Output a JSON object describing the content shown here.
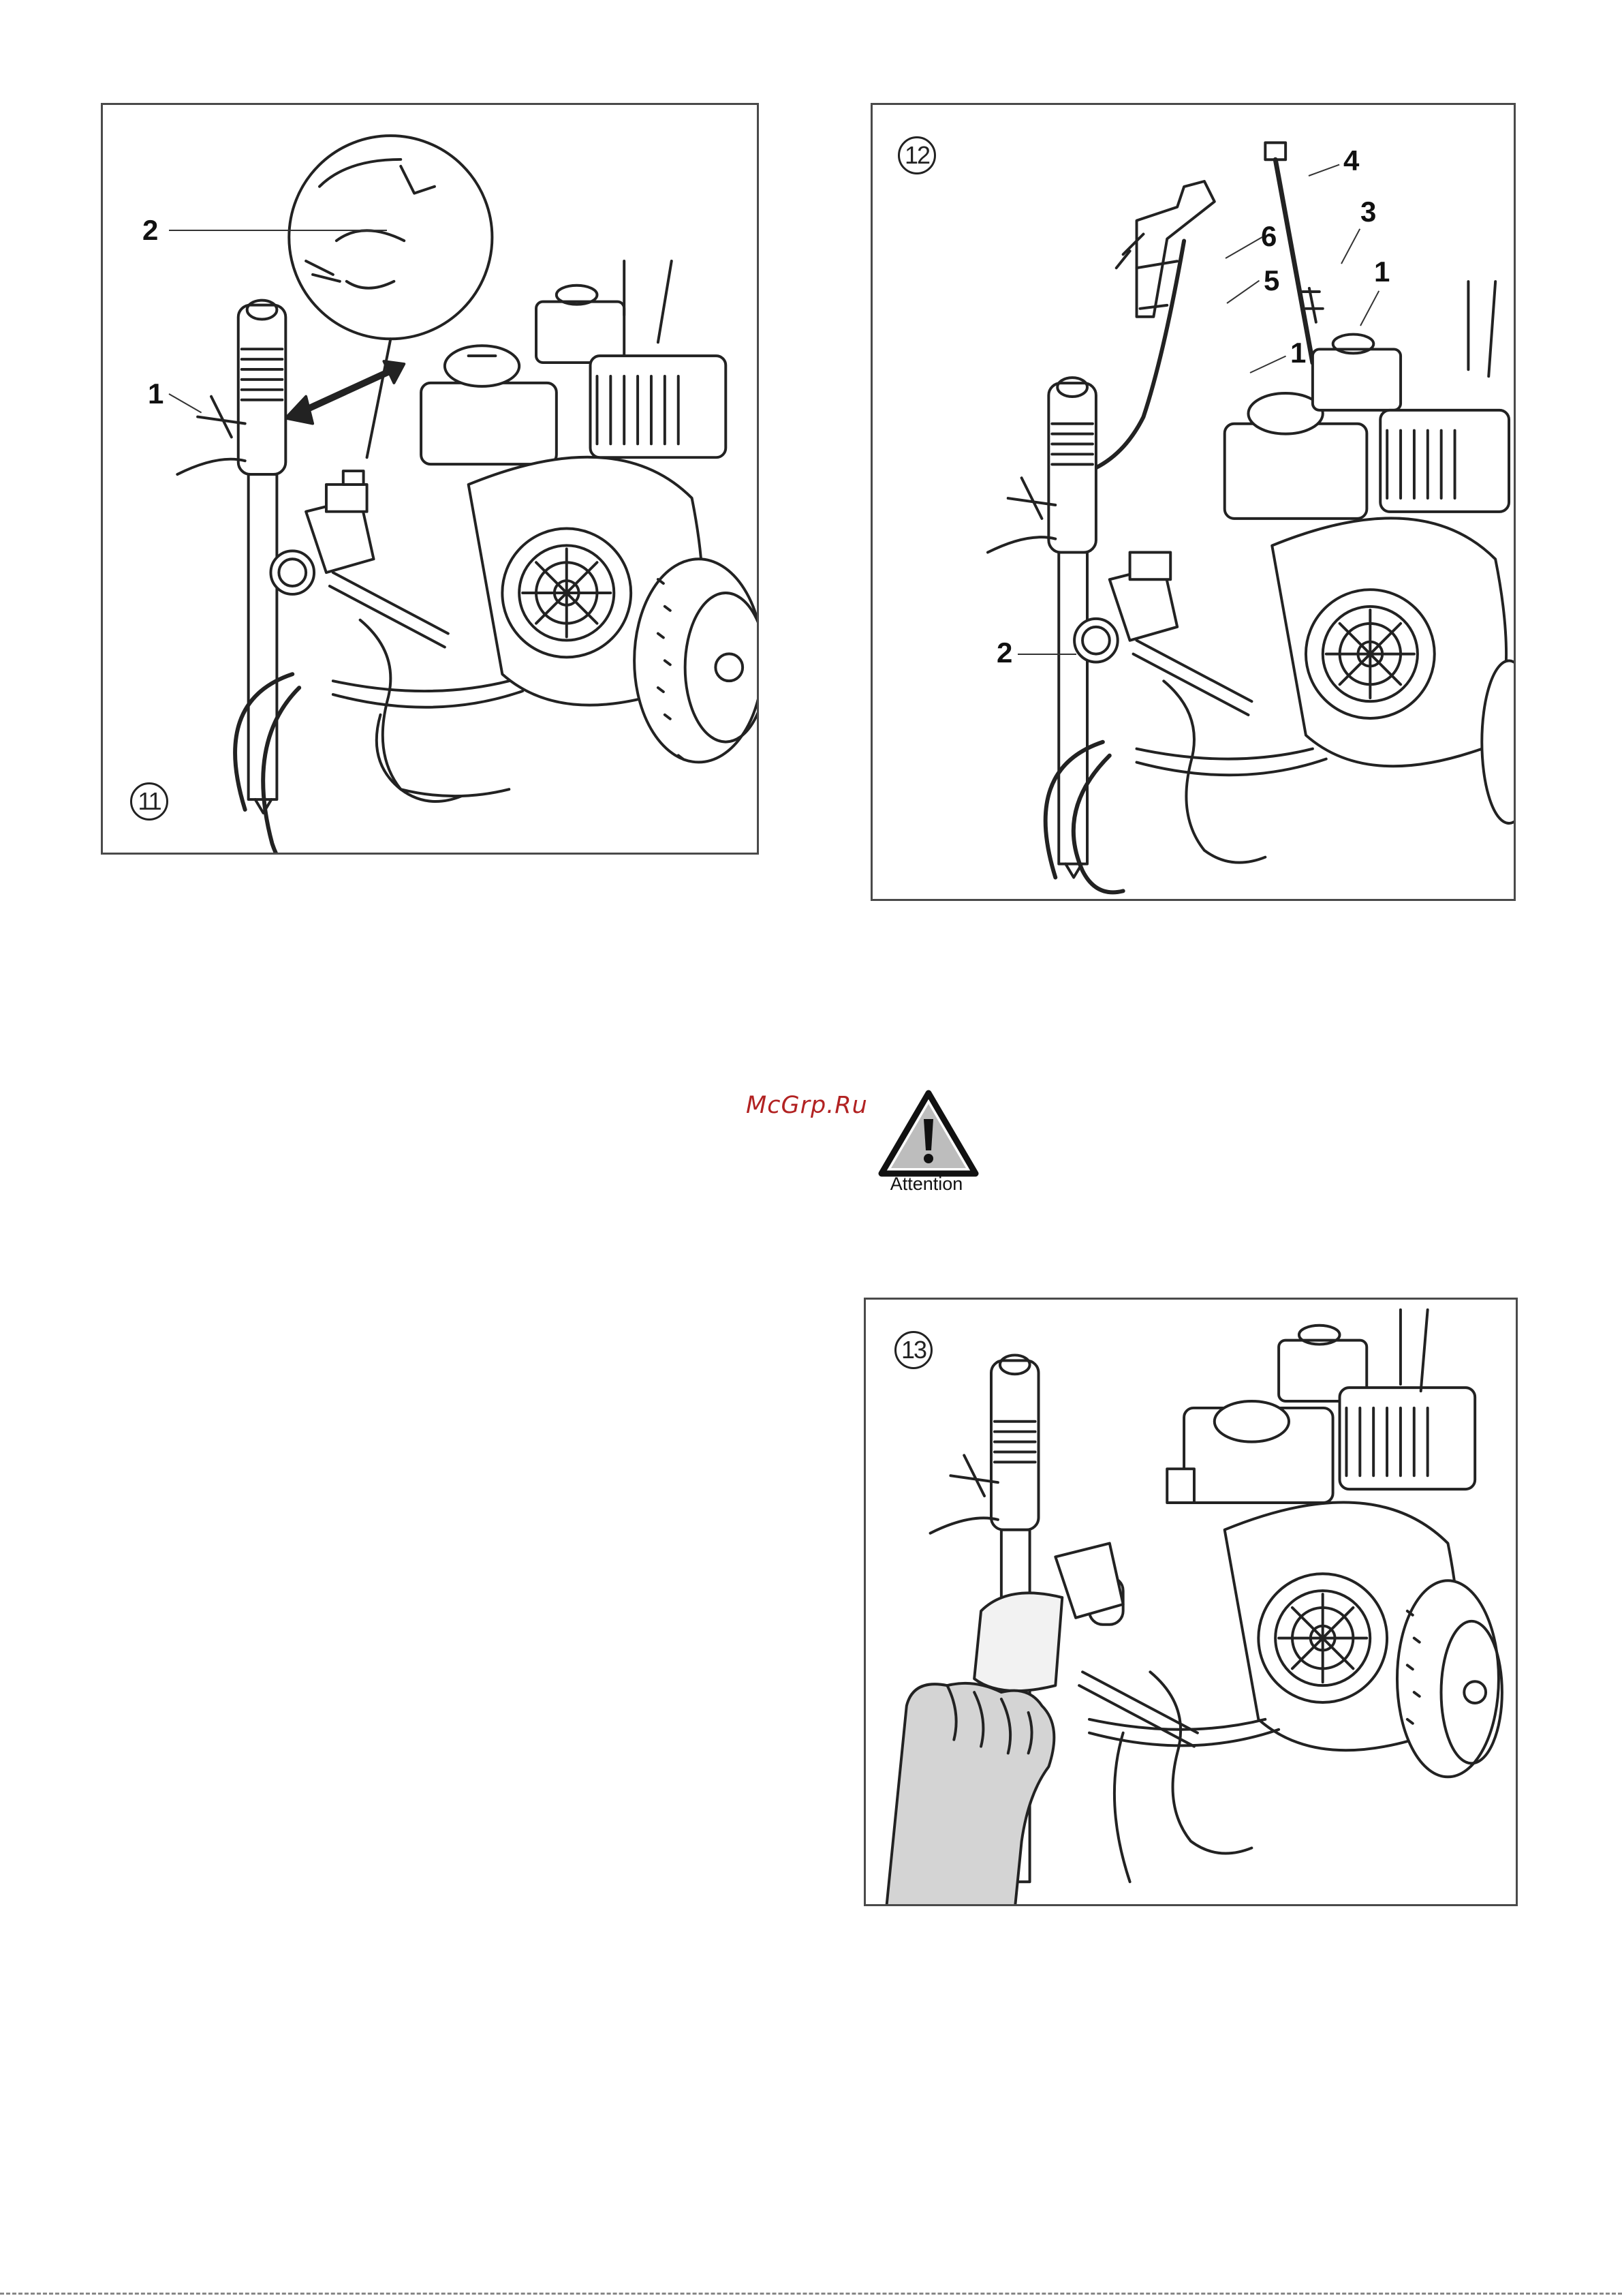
{
  "figures": [
    {
      "number": "11",
      "callouts": [
        "2",
        "1"
      ]
    },
    {
      "number": "12",
      "callouts": [
        "4",
        "6",
        "3",
        "1",
        "5",
        "1",
        "2"
      ]
    },
    {
      "number": "13",
      "callouts": []
    }
  ],
  "watermark": "McGrp.Ru",
  "attention_label": "Attention",
  "icons": {
    "attention": "warning-triangle-exclamation-icon",
    "fig11": "airless-sprayer-pump-line-drawing",
    "fig12": "airless-sprayer-with-hose-and-gun-line-drawing",
    "fig13": "airless-sprayer-gloved-hand-line-drawing"
  }
}
